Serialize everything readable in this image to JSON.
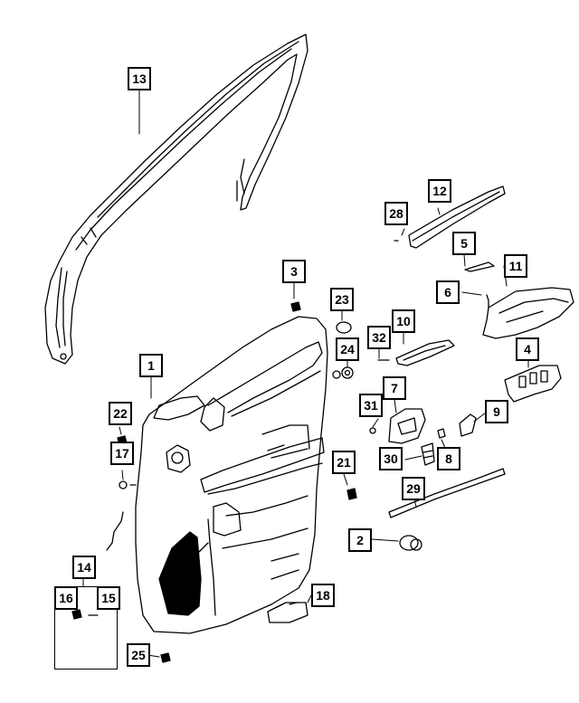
{
  "diagram": {
    "callouts": [
      {
        "id": "c1",
        "label": "1"
      },
      {
        "id": "c2",
        "label": "2"
      },
      {
        "id": "c3",
        "label": "3"
      },
      {
        "id": "c4",
        "label": "4"
      },
      {
        "id": "c5",
        "label": "5"
      },
      {
        "id": "c6",
        "label": "6"
      },
      {
        "id": "c7",
        "label": "7"
      },
      {
        "id": "c8",
        "label": "8"
      },
      {
        "id": "c9",
        "label": "9"
      },
      {
        "id": "c10",
        "label": "10"
      },
      {
        "id": "c11",
        "label": "11"
      },
      {
        "id": "c12",
        "label": "12"
      },
      {
        "id": "c13",
        "label": "13"
      },
      {
        "id": "c14",
        "label": "14"
      },
      {
        "id": "c15",
        "label": "15"
      },
      {
        "id": "c16",
        "label": "16"
      },
      {
        "id": "c17",
        "label": "17"
      },
      {
        "id": "c18",
        "label": "18"
      },
      {
        "id": "c21",
        "label": "21"
      },
      {
        "id": "c22",
        "label": "22"
      },
      {
        "id": "c23",
        "label": "23"
      },
      {
        "id": "c24",
        "label": "24"
      },
      {
        "id": "c25",
        "label": "25"
      },
      {
        "id": "c28",
        "label": "28"
      },
      {
        "id": "c29",
        "label": "29"
      },
      {
        "id": "c30",
        "label": "30"
      },
      {
        "id": "c31",
        "label": "31"
      },
      {
        "id": "c32",
        "label": "32"
      }
    ]
  }
}
